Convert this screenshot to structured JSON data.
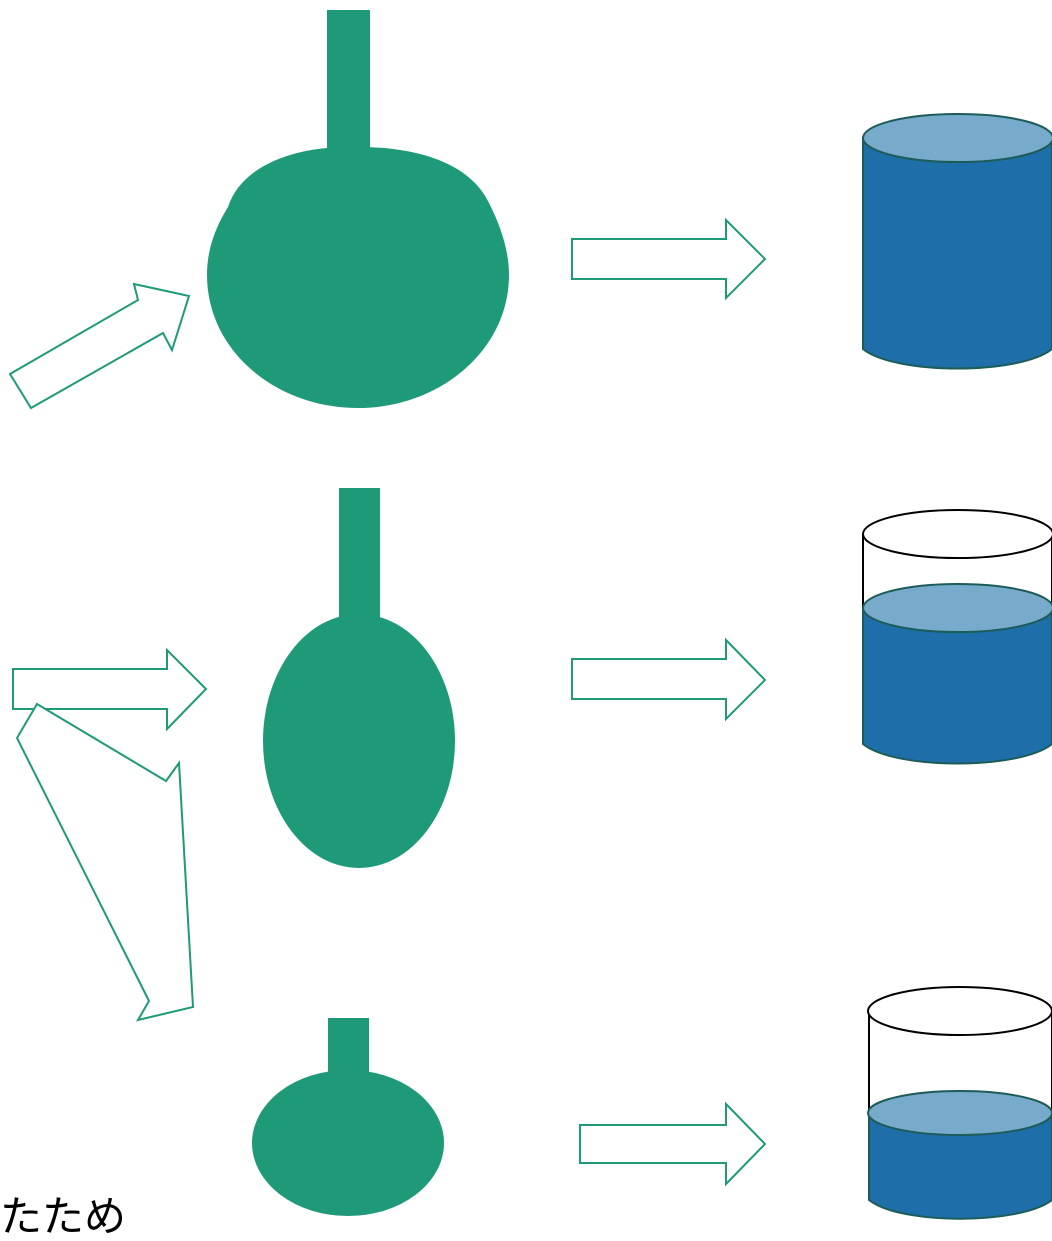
{
  "colors": {
    "bulb": "#1e9a78",
    "arrow_stroke": "#1e9a78",
    "arrow_fill": "#ffffff",
    "liquid": "#1e6fa9",
    "liquid_surface": "#78aacb",
    "liquid_outline": "#1c5c58",
    "cup_outline": "#000000"
  },
  "icons": {
    "bulb": "bulb-shape",
    "arrow": "hollow-block-arrow",
    "cup": "cylinder-container"
  },
  "rows": [
    {
      "id": "large",
      "bulb_size": "large",
      "input_direction": "up-right",
      "fill_level": 1.0
    },
    {
      "id": "medium",
      "bulb_size": "medium",
      "input_direction": "right",
      "fill_level": 0.7
    },
    {
      "id": "small",
      "bulb_size": "small",
      "input_direction": "down-right",
      "fill_level": 0.42
    }
  ],
  "footer_fragment": "たため"
}
